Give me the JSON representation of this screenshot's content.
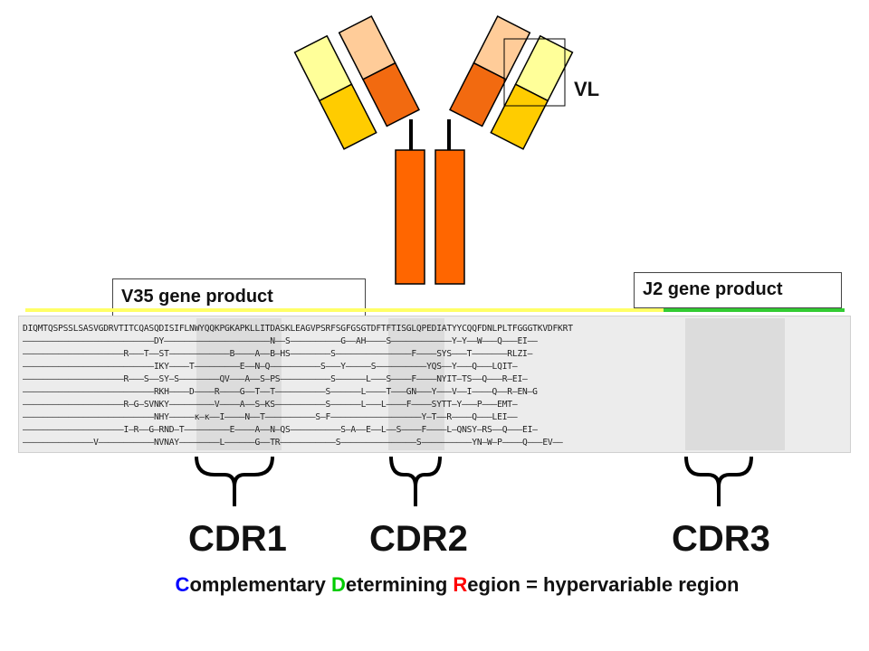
{
  "labels": {
    "vl": "VL",
    "v35": "V35 gene product",
    "j2": "J2 gene product"
  },
  "sequence": {
    "lines": [
      "DIQMTQSPSSLSASVGDRVTITCQASQDISIFLNWYQQKPGKAPKLLITDASKLEAGVPSRFSGFGSGTDFTFTISGLQPEDIATYYCQQFDNLPLTFGGGTKVDFKRT",
      "——————————————————————————DY—————————————————————N——S——————————G——AH————S————————————Y—Y——W———Q———EI——",
      "————————————————————R———T——ST————————————B————A——B—HS————————S———————————————F————SYS———T———————RLZI—",
      "——————————————————————————IKY————T—————————E——N—Q——————————S———Y—————S——————————YQS——Y———Q———LQIT—",
      "————————————————————R———S——SY—S————————QV———A——S—PS——————————S——————L———S————F————NYIT—TS——Q———R—EI—",
      "——————————————————————————RKH————D————R————G——T——T——————————S——————L————T———GN———Y———V——I————Q——R—EN—G",
      "————————————————————R—G—SVNKY—————————V————A——S—KS——————————S——————L———L————F————SYTT—Y———P———EMT—",
      "——————————————————————————NHY—————κ—κ——I————N——T——————————S—F——————————————————Y—T——R————Q———LEI——",
      "————————————————————I—R——G—RND—T—————————E————A——N—QS——————————S—A——E——L——S————F————L—QNSY—RS——Q———EI—",
      "——————————————V———————————NVNAY————————L——————G——TR———————————S———————————————S——————————YN—W—P————Q———EV——"
    ]
  },
  "cdrs": [
    {
      "label": "CDR1"
    },
    {
      "label": "CDR2"
    },
    {
      "label": "CDR3"
    }
  ],
  "caption": {
    "c": "C",
    "omplementary": "omplementary ",
    "d": "D",
    "etermining": "etermining ",
    "r": "R",
    "rest": "egion = hypervariable region"
  },
  "colors": {
    "light_yellow": "#ffff99",
    "gold": "#ffcc00",
    "peach": "#ffcc99",
    "orange": "#ff6600",
    "dark_orange": "#e85d04",
    "accent_blue": "#0000ff",
    "accent_green": "#00cc00",
    "accent_red": "#ff0000",
    "bar_yellow": "#ffff66",
    "bar_green": "#33cc33"
  }
}
